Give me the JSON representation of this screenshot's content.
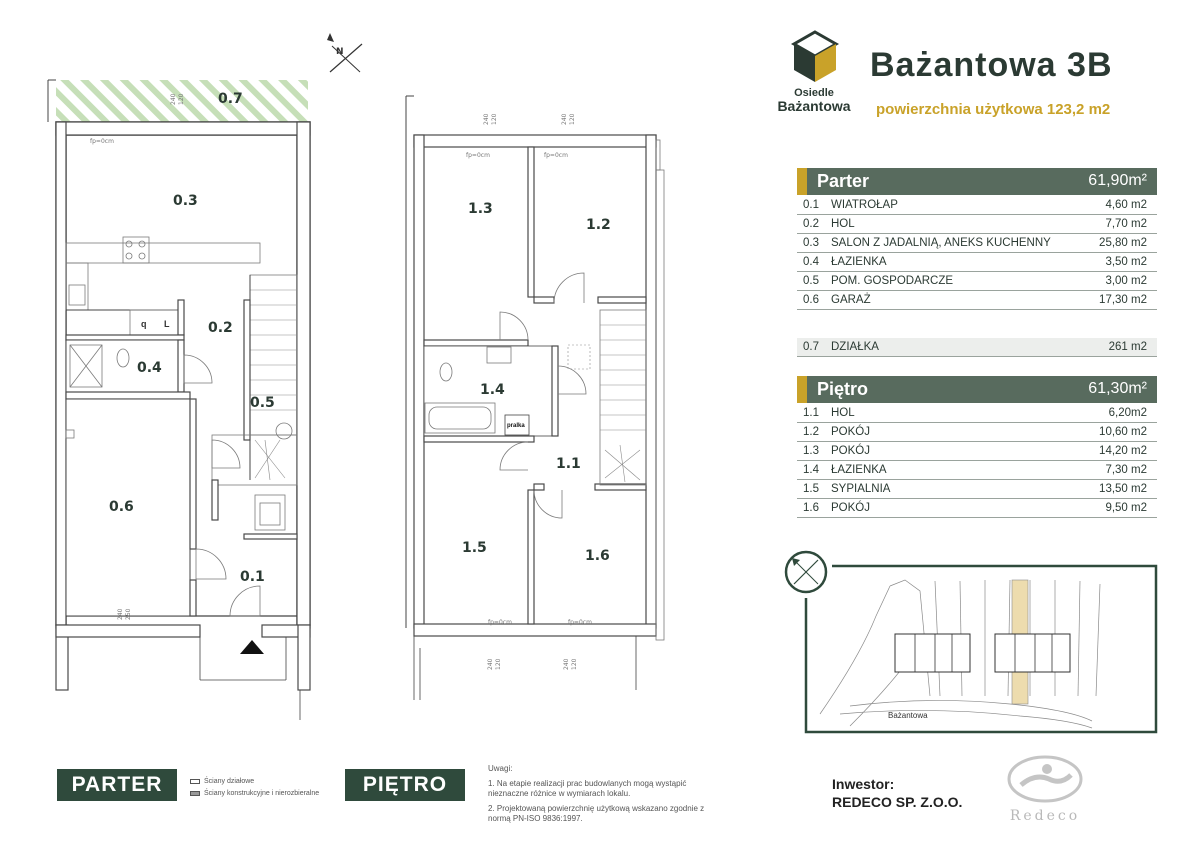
{
  "header": {
    "title": "Bażantowa 3B",
    "subtitle": "powierzchnia użytkowa 123,2 m2"
  },
  "brand": {
    "line1": "Osiedle",
    "line2": "Bażantowa",
    "color_green": "#2b3a33",
    "color_gold": "#c9a229"
  },
  "parter": {
    "name": "Parter",
    "area": "61,90m²",
    "rooms": [
      {
        "no": "0.1",
        "name": "WIATROŁAP",
        "area": "4,60 m2"
      },
      {
        "no": "0.2",
        "name": "HOL",
        "area": "7,70 m2"
      },
      {
        "no": "0.3",
        "name": "SALON Z JADALNIĄ, ANEKS KUCHENNY",
        "area": "25,80 m2"
      },
      {
        "no": "0.4",
        "name": "ŁAZIENKA",
        "area": "3,50 m2"
      },
      {
        "no": "0.5",
        "name": "POM. GOSPODARCZE",
        "area": "3,00 m2"
      },
      {
        "no": "0.6",
        "name": "GARAŻ",
        "area": "17,30 m2"
      }
    ],
    "plot": {
      "no": "0.7",
      "name": "DZIAŁKA",
      "area": "261 m2"
    }
  },
  "pietro": {
    "name": "Piętro",
    "area": "61,30m²",
    "rooms": [
      {
        "no": "1.1",
        "name": "HOL",
        "area": "6,20m2"
      },
      {
        "no": "1.2",
        "name": "POKÓJ",
        "area": "10,60 m2"
      },
      {
        "no": "1.3",
        "name": "POKÓJ",
        "area": "14,20 m2"
      },
      {
        "no": "1.4",
        "name": "ŁAZIENKA",
        "area": "7,30 m2"
      },
      {
        "no": "1.5",
        "name": "SYPIALNIA",
        "area": "13,50 m2"
      },
      {
        "no": "1.6",
        "name": "POKÓJ",
        "area": "9,50 m2"
      }
    ]
  },
  "plan_labels": {
    "r07": "0.7",
    "r03": "0.3",
    "r02": "0.2",
    "r04": "0.4",
    "r05": "0.5",
    "r06": "0.6",
    "r01": "0.1",
    "r13": "1.3",
    "r12": "1.2",
    "r14": "1.4",
    "r11": "1.1",
    "r15": "1.5",
    "r16": "1.6",
    "pralka": "pralka",
    "fp": "fp=0cm",
    "dim1": "240",
    "dim2": "120",
    "dim3": "250",
    "north": "N"
  },
  "site_map": {
    "street": "Bażantowa"
  },
  "footer": {
    "badge_parter": "PARTER",
    "badge_pietro": "PIĘTRO",
    "legend1": "Ściany działowe",
    "legend2": "Ściany konstrukcyjne i nierozbieralne",
    "notes_title": "Uwagi:",
    "note1": "1. Na etapie realizacji prac budowlanych mogą wystąpić nieznaczne różnice w wymiarach lokalu.",
    "note2": "2. Projektowaną powierzchnię użytkową wskazano zgodnie z normą PN-ISO 9836:1997.",
    "investor_label": "Inwestor:",
    "investor_name": "REDECO SP. Z.O.O.",
    "redeco_word": "Redeco"
  }
}
